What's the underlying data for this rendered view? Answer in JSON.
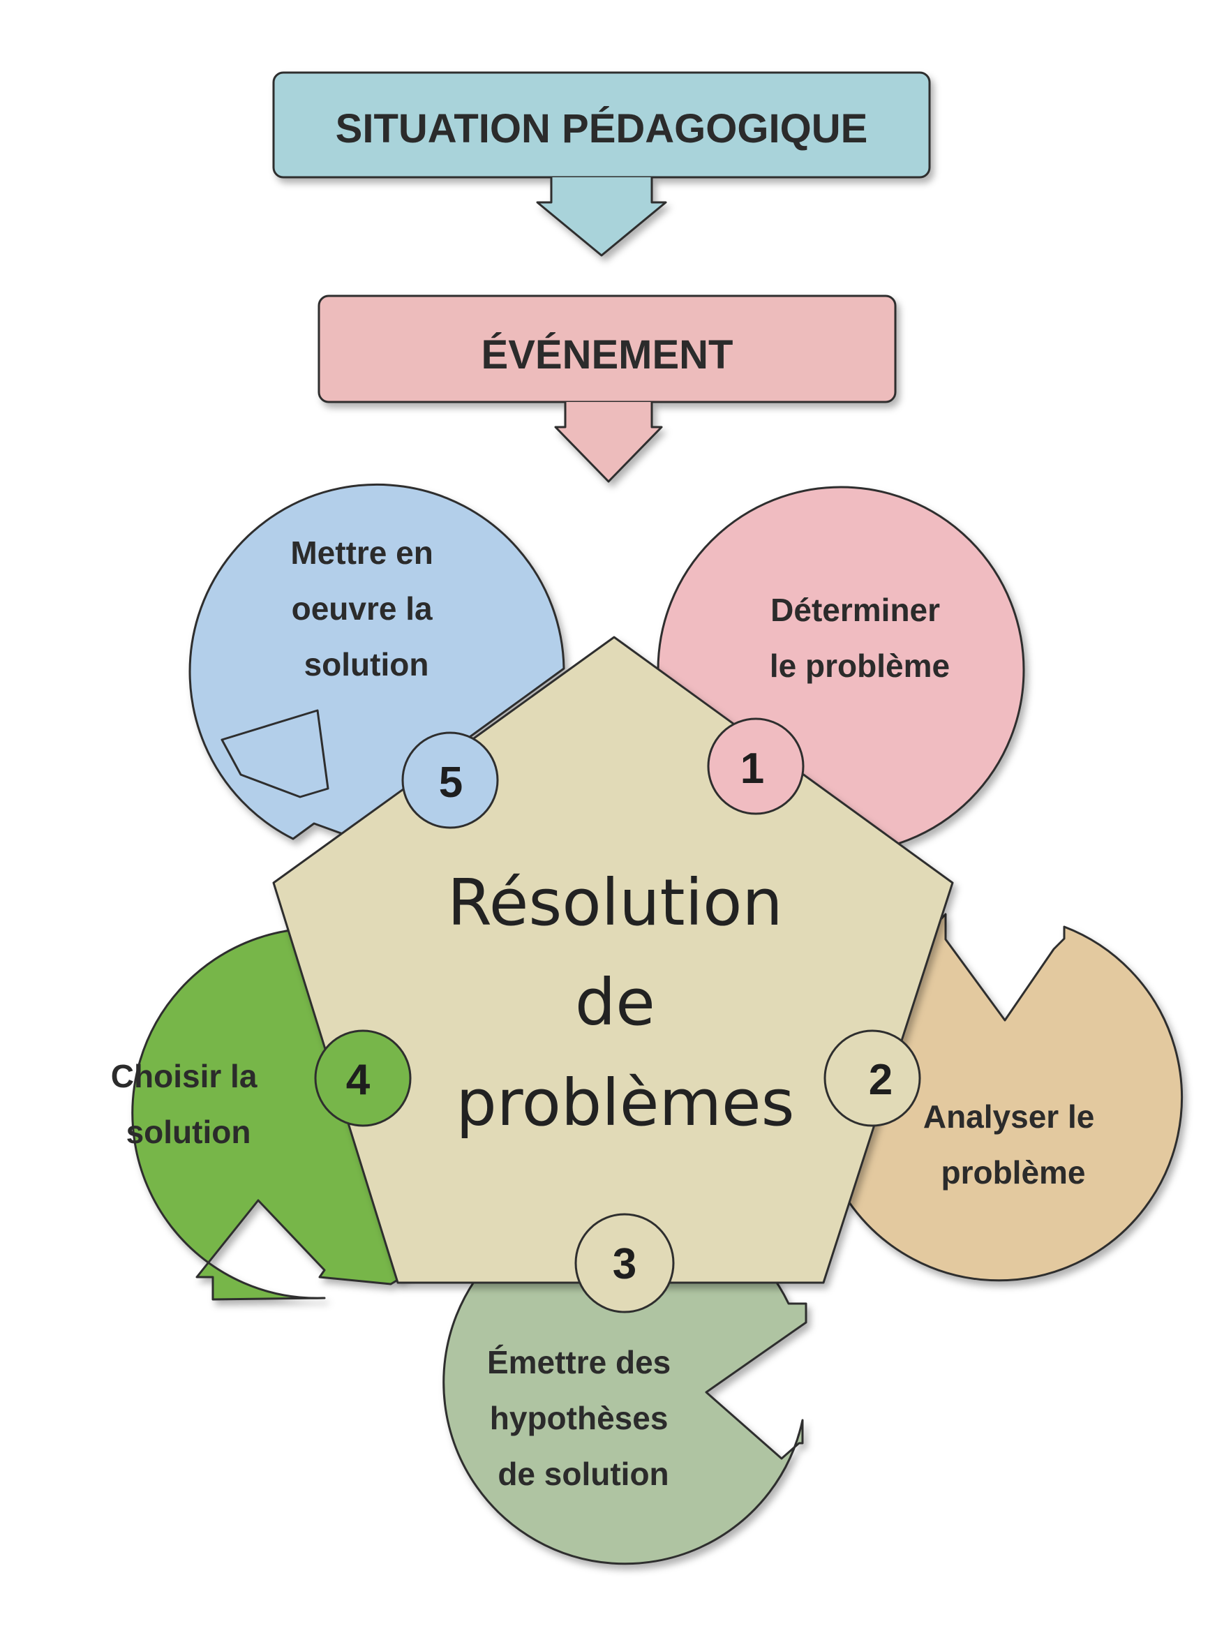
{
  "banners": {
    "situation": "SITUATION PÉDAGOGIQUE",
    "evenement": "ÉVÉNEMENT"
  },
  "center": {
    "lines": [
      "Résolution",
      "de",
      "problèmes"
    ]
  },
  "steps": [
    {
      "number": "1",
      "lines": [
        "Déterminer",
        "le problème"
      ]
    },
    {
      "number": "2",
      "lines": [
        "Analyser le",
        "problème"
      ]
    },
    {
      "number": "3",
      "lines": [
        "Émettre des",
        "hypothèses",
        "de solution"
      ]
    },
    {
      "number": "4",
      "lines": [
        "Choisir la",
        "solution"
      ]
    },
    {
      "number": "5",
      "lines": [
        "Mettre en",
        "oeuvre la",
        "solution"
      ]
    }
  ],
  "colors": {
    "situation": "#a9d3da",
    "evenement": "#edbcbc",
    "step1": "#f0bcc1",
    "step2": "#e3c99f",
    "step3": "#afc4a2",
    "step4": "#77b64a",
    "step5": "#b3cfea",
    "center": "#e1dab7"
  }
}
